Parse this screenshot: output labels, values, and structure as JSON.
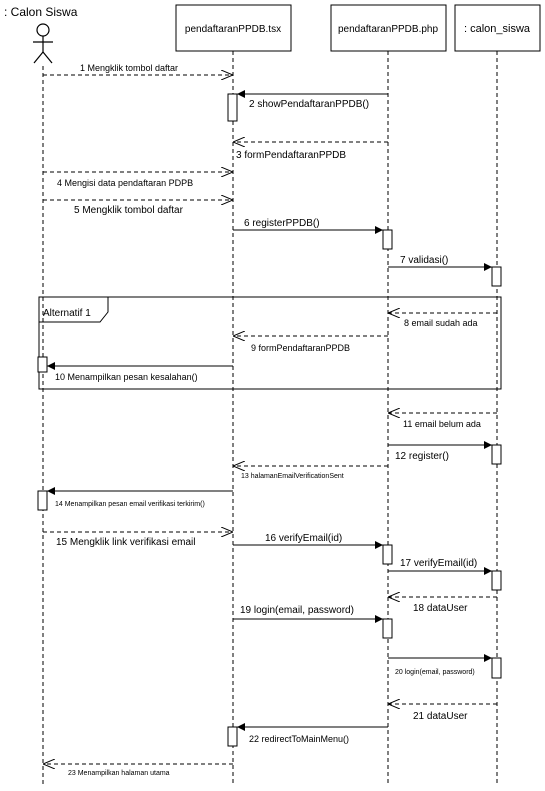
{
  "actor": {
    "label": ": Calon Siswa"
  },
  "lifelines": [
    {
      "id": "tsx",
      "label": "pendaftaranPPDB.tsx"
    },
    {
      "id": "php",
      "label": "pendaftaranPPDB.php"
    },
    {
      "id": "siswa",
      "label": ": calon_siswa"
    }
  ],
  "fragment": {
    "label": "Alternatif 1"
  },
  "messages": [
    {
      "text": "1 Mengklik tombol daftar",
      "from": "actor",
      "to": "tsx",
      "kind": "async"
    },
    {
      "text": "2 showPendaftaranPPDB()",
      "from": "php",
      "to": "tsx",
      "kind": "sync"
    },
    {
      "text": "3 formPendaftaranPPDB",
      "from": "php",
      "to": "tsx",
      "kind": "return"
    },
    {
      "text": "4 Mengisi data pendaftaran PDPB",
      "from": "actor",
      "to": "tsx",
      "kind": "async"
    },
    {
      "text": "5 Mengklik tombol daftar",
      "from": "actor",
      "to": "tsx",
      "kind": "async"
    },
    {
      "text": "6 registerPPDB()",
      "from": "tsx",
      "to": "php",
      "kind": "sync"
    },
    {
      "text": "7 validasi()",
      "from": "php",
      "to": "siswa",
      "kind": "sync"
    },
    {
      "text": "8 email sudah ada",
      "from": "siswa",
      "to": "php",
      "kind": "return"
    },
    {
      "text": "9 formPendaftaranPPDB",
      "from": "php",
      "to": "tsx",
      "kind": "return"
    },
    {
      "text": "10 Menampilkan pesan kesalahan()",
      "from": "tsx",
      "to": "actor",
      "kind": "sync"
    },
    {
      "text": "11 email belum ada",
      "from": "siswa",
      "to": "php",
      "kind": "return"
    },
    {
      "text": "12 register()",
      "from": "php",
      "to": "siswa",
      "kind": "sync"
    },
    {
      "text": "13 halamanEmailVerificationSent",
      "from": "php",
      "to": "tsx",
      "kind": "return"
    },
    {
      "text": "14 Menampilkan pesan email verifikasi terkirim()",
      "from": "tsx",
      "to": "actor",
      "kind": "sync"
    },
    {
      "text": "15 Mengklik link verifikasi email",
      "from": "actor",
      "to": "tsx",
      "kind": "async"
    },
    {
      "text": "16 verifyEmail(id)",
      "from": "tsx",
      "to": "php",
      "kind": "sync"
    },
    {
      "text": "17 verifyEmail(id)",
      "from": "php",
      "to": "siswa",
      "kind": "sync"
    },
    {
      "text": "18 dataUser",
      "from": "siswa",
      "to": "php",
      "kind": "return"
    },
    {
      "text": "19 login(email, password)",
      "from": "tsx",
      "to": "php",
      "kind": "sync"
    },
    {
      "text": "20 login(email, password)",
      "from": "php",
      "to": "siswa",
      "kind": "sync"
    },
    {
      "text": "21 dataUser",
      "from": "siswa",
      "to": "php",
      "kind": "return"
    },
    {
      "text": "22 redirectToMainMenu()",
      "from": "php",
      "to": "tsx",
      "kind": "sync"
    },
    {
      "text": "23 Menampilkan halaman utama",
      "from": "tsx",
      "to": "actor",
      "kind": "return"
    }
  ]
}
